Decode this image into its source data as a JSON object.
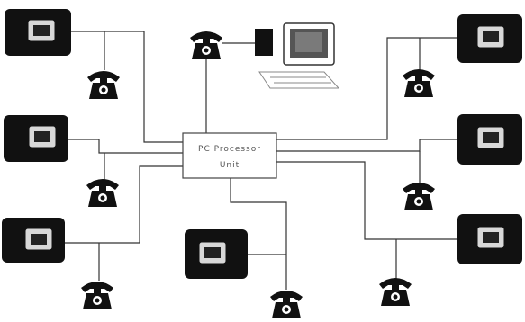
{
  "hub": {
    "label_line1": "PC Processor",
    "label_line2": "Unit"
  },
  "colors": {
    "line": "#333333",
    "terminal_body": "#111111",
    "terminal_screen": "#d8d8d8",
    "phone": "#111111",
    "hub_border": "#444444",
    "hub_fill": "#ffffff"
  },
  "nodes": {
    "terminals": [
      "terminal-top-left",
      "terminal-mid-left",
      "terminal-bottom-left",
      "terminal-bottom-center",
      "terminal-top-right",
      "terminal-mid-right",
      "terminal-bottom-right"
    ],
    "phones": [
      "phone-top-left",
      "phone-mid-left",
      "phone-bottom-left",
      "phone-top-center",
      "phone-bottom-center",
      "phone-top-right",
      "phone-mid-right",
      "phone-bottom-right"
    ],
    "pc": "computer-workstation"
  }
}
